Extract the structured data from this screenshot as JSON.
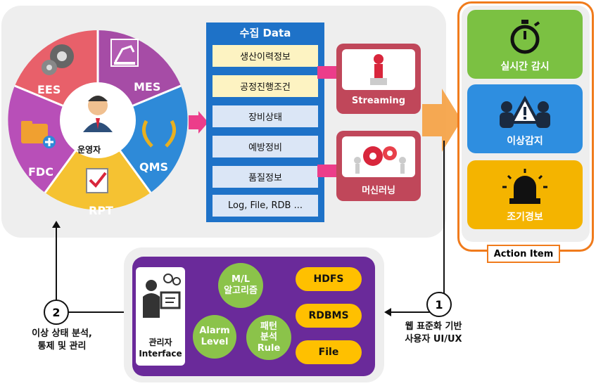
{
  "wheel": {
    "center": "운영자",
    "segments": {
      "ees": "EES",
      "mes": "MES",
      "qms": "QMS",
      "rpt": "RPT",
      "fdc": "FDC"
    }
  },
  "collection": {
    "title": "수집 Data",
    "items": [
      "생산이력정보",
      "공정진행조건",
      "장비상태",
      "예방정비",
      "품질정보",
      "Log, File, RDB ..."
    ]
  },
  "processing": {
    "streaming": "Streaming",
    "ml": "머신러닝"
  },
  "actions": {
    "tag": "Action Item",
    "cards": [
      {
        "label": "실시간 감시",
        "color": "#7bc142",
        "icon": "stopwatch-icon"
      },
      {
        "label": "이상감지",
        "color": "#2e8ee0",
        "icon": "warning-icon"
      },
      {
        "label": "조기경보",
        "color": "#f4b400",
        "icon": "alarm-light-icon"
      }
    ]
  },
  "bottom": {
    "admin_line1": "관리자",
    "admin_line2": "Interface",
    "ml_algo": "M/L\n알고리즘",
    "alarm_level": "Alarm\nLevel",
    "pattern_rule": "패턴\n분석\nRule",
    "stores": [
      "HDFS",
      "RDBMS",
      "File"
    ]
  },
  "steps": {
    "one": {
      "num": "1",
      "text": "웹 표준화 기반\n사용자 UI/UX"
    },
    "two": {
      "num": "2",
      "text": "이상 상태 분석,\n통제 및 관리"
    }
  }
}
